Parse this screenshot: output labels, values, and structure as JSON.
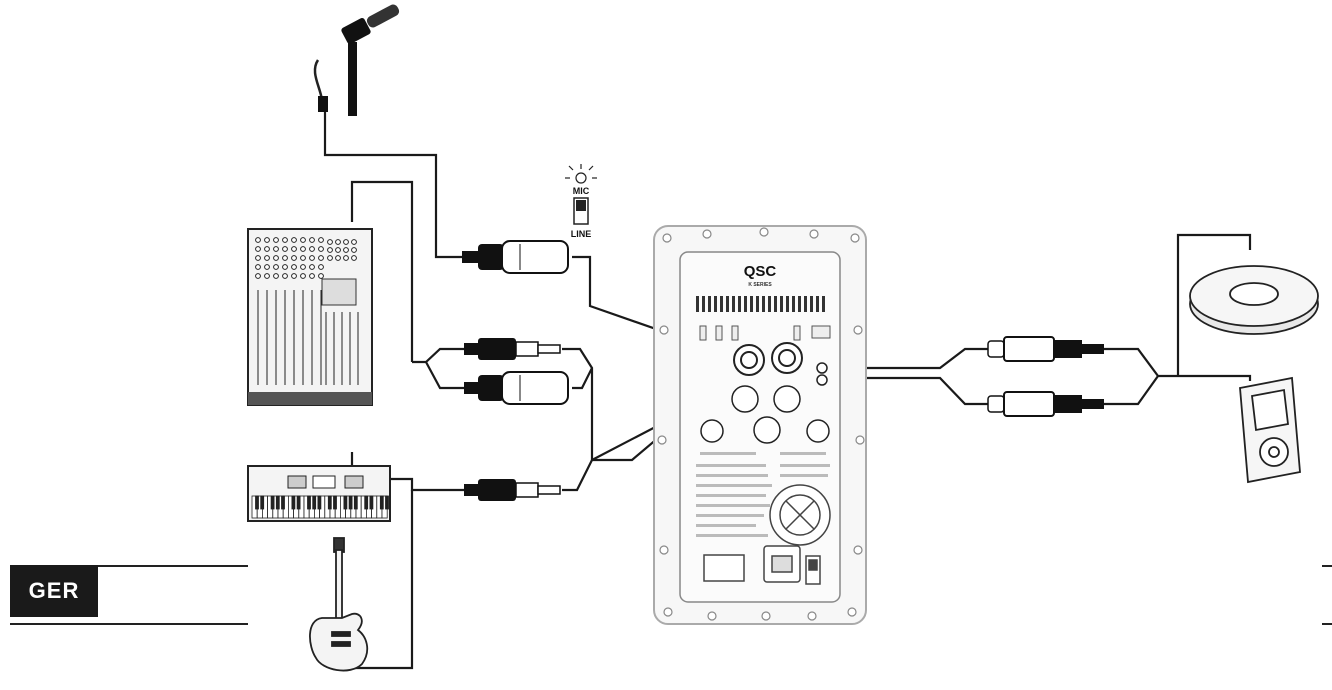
{
  "switch": {
    "top_label": "MIC",
    "bottom_label": "LINE"
  },
  "panel": {
    "brand": "QSC",
    "series": "K SERIES"
  },
  "language_badge": {
    "label": "GER"
  }
}
